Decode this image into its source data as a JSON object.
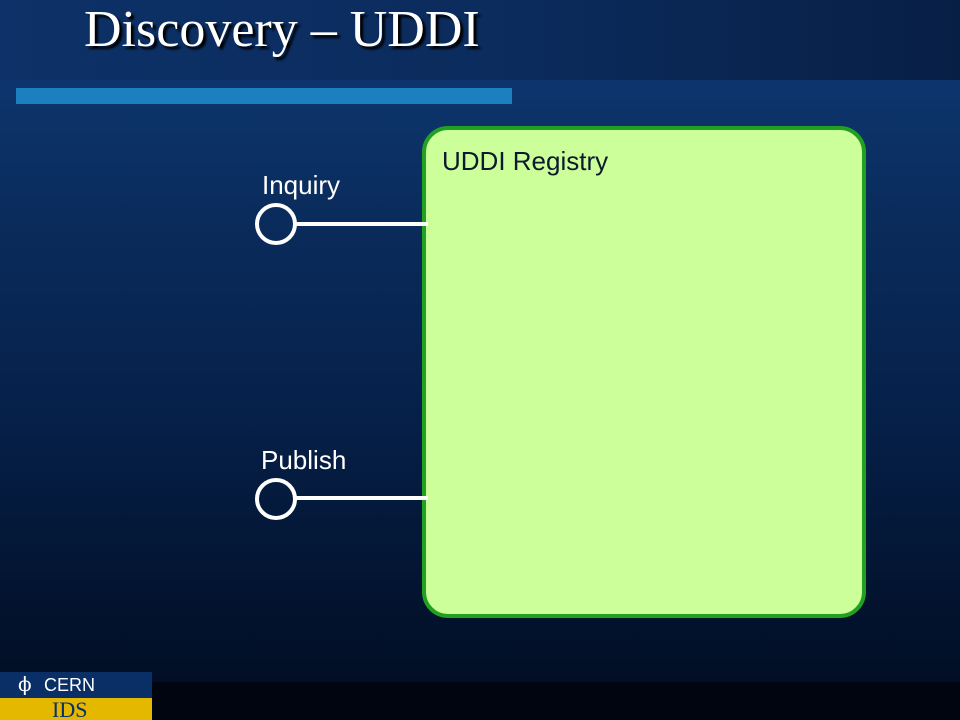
{
  "slide": {
    "title": "Discovery – UDDI"
  },
  "diagram": {
    "registry": {
      "label": "UDDI Registry"
    },
    "interfaces": [
      {
        "label": "Inquiry"
      },
      {
        "label": "Publish"
      }
    ]
  },
  "logo": {
    "top_text": "CERN",
    "bottom_text": "IDS"
  },
  "colors": {
    "background": "#0a2c5c",
    "accent_bar": "#1b7fc0",
    "registry_fill": "#ccff99",
    "registry_border": "#22a022",
    "interface_line": "#ffffff",
    "logo_blue": "#0a2f66",
    "logo_yellow": "#e5b800"
  },
  "icons": [
    "cern-logo-icon"
  ]
}
